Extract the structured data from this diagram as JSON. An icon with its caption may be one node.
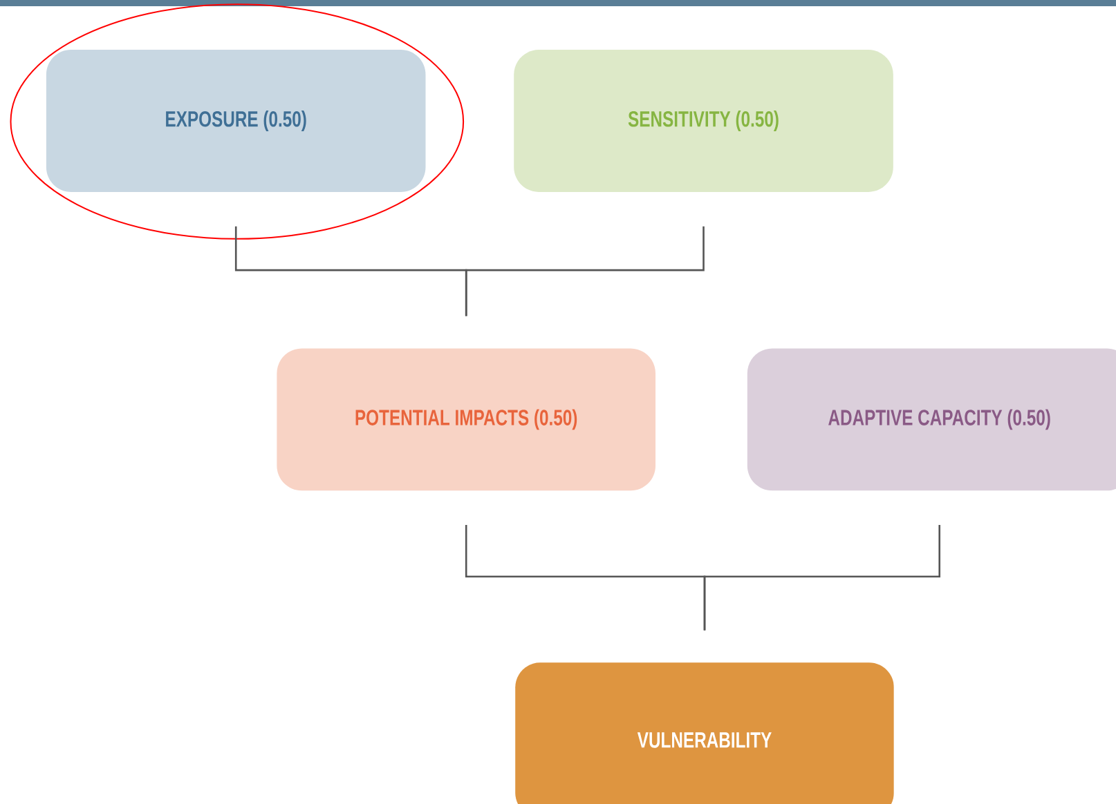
{
  "diagram": {
    "nodes": [
      {
        "text": [
          "EXPOSURE (0.50)"
        ]
      },
      {
        "text": [
          "SENSITIVITY (0.50)"
        ]
      },
      {
        "text": [
          "POTENTIAL IMPACTS (0.50)"
        ]
      },
      {
        "text": [
          "ADAPTIVE CAPACITY (0.50)"
        ]
      },
      {
        "text": [
          "VULNERABILITY"
        ]
      }
    ],
    "edges": [
      {
        "from": 0,
        "to": 2,
        "arrow": "none"
      },
      {
        "from": 1,
        "to": 2,
        "arrow": "none"
      },
      {
        "from": 2,
        "to": 4,
        "arrow": "none"
      },
      {
        "from": 3,
        "to": 4,
        "arrow": "none"
      }
    ]
  }
}
